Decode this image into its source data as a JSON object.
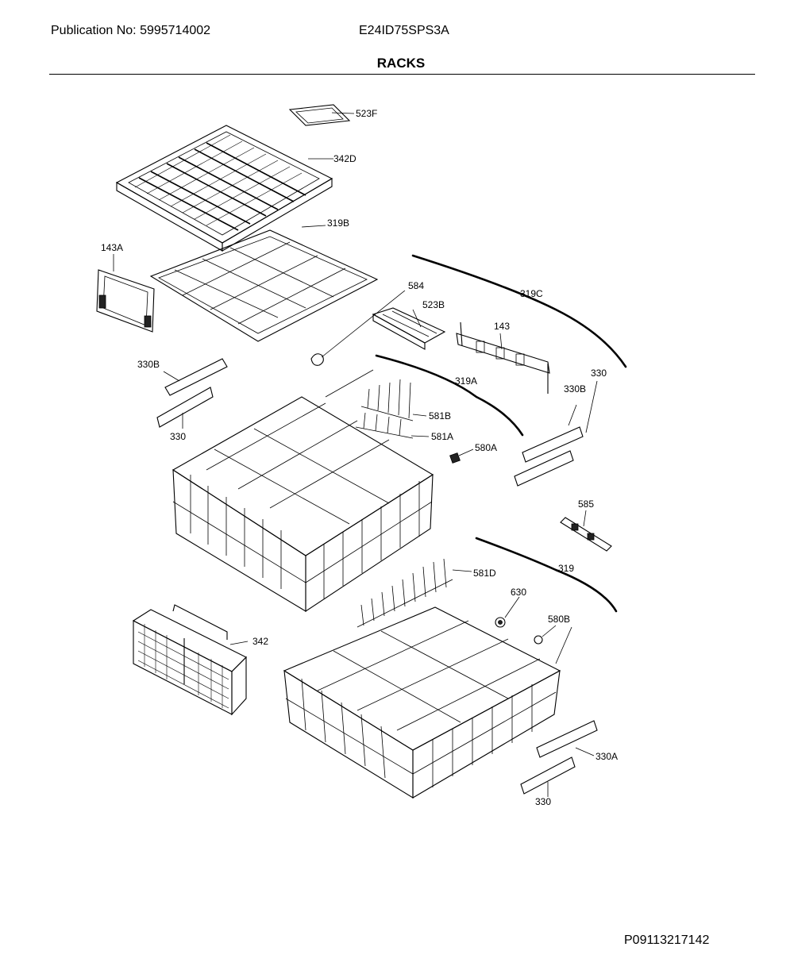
{
  "header": {
    "publication": "Publication No: 5995714002",
    "model": "E24ID75SPS3A",
    "title": "RACKS"
  },
  "footer": {
    "code": "P09113217142"
  },
  "part_labels": {
    "p523F": "523F",
    "p342D": "342D",
    "p319B": "319B",
    "p143A": "143A",
    "p584": "584",
    "p319C": "319C",
    "p523B": "523B",
    "p143": "143",
    "p330B_left": "330B",
    "p330_left": "330",
    "p319A": "319A",
    "p330_right": "330",
    "p330B_right": "330B",
    "p581B": "581B",
    "p581A": "581A",
    "p580A": "580A",
    "p585": "585",
    "p319": "319",
    "p581D": "581D",
    "p630": "630",
    "p580B": "580B",
    "p342": "342",
    "p330A": "330A",
    "p330_bottom": "330"
  }
}
